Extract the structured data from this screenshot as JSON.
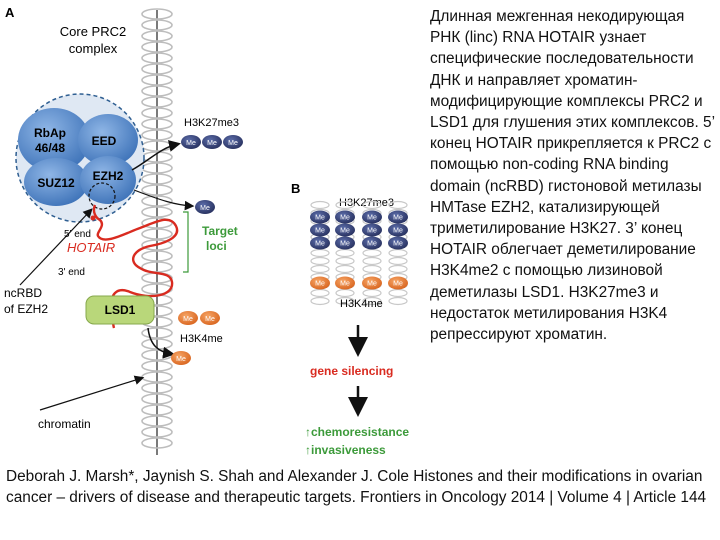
{
  "figure": {
    "panel_a_label": "A",
    "panel_b_label": "B",
    "core_prc2_line1": "Core PRC2",
    "core_prc2_line2": "complex",
    "rbap_line1": "RbAp",
    "rbap_line2": "46/48",
    "eed": "EED",
    "suz12": "SUZ12",
    "ezh2": "EZH2",
    "h3k27me3_a": "H3K27me3",
    "h3k27me3_b": "H3K27me3",
    "me": "Me",
    "five_end": "5' end",
    "hotair": "HOTAIR",
    "three_end": "3' end",
    "target_line1": "Target",
    "target_line2": "loci",
    "ncrbd_line1": "ncRBD",
    "ncrbd_line2": "of EZH2",
    "lsd1": "LSD1",
    "h3k4me_a": "H3K4me",
    "h3k4me_b": "H3K4me",
    "chromatin": "chromatin",
    "gene_silencing": "gene silencing",
    "chemoresistance": "↑chemoresistance",
    "invasiveness": "↑invasiveness",
    "colors": {
      "prc2_blue": "#4f86c6",
      "dashed_circle": "#2f5f92",
      "red": "#d92b20",
      "orange": "#e8782f",
      "navy": "#2e3a6e",
      "green": "#3c9a3a",
      "lsd1_green": "#b9d77a",
      "chromatin_gray": "#bdbdbd"
    }
  },
  "description": "Длинная межгенная некодирующая РНК (linc) RNA HOTAIR узнает специфические последовательности ДНК и направляет хроматин-модифицирующие комплексы PRC2 и LSD1 для глушения этих комплексов. 5’ конец HOTAIR прикрепляется к PRC2 с помощью  non-coding RNA binding domain (ncRBD) гистоновой метилазы HMTase EZH2, катализирующей триметилирование H3K27. 3’ конец HOTAIR облегчает деметилирование H3K4me2 с помощью лизиновой деметилазы LSD1. H3K27me3 и недостаток метилирования H3K4 репрессируют хроматин.",
  "citation": "Deborah J. Marsh*, Jaynish S. Shah and Alexander J. Cole  Histones and their modifications in ovarian cancer – drivers of disease and therapeutic targets. Frontiers in Oncology 2014 | Volume 4 | Article 144"
}
